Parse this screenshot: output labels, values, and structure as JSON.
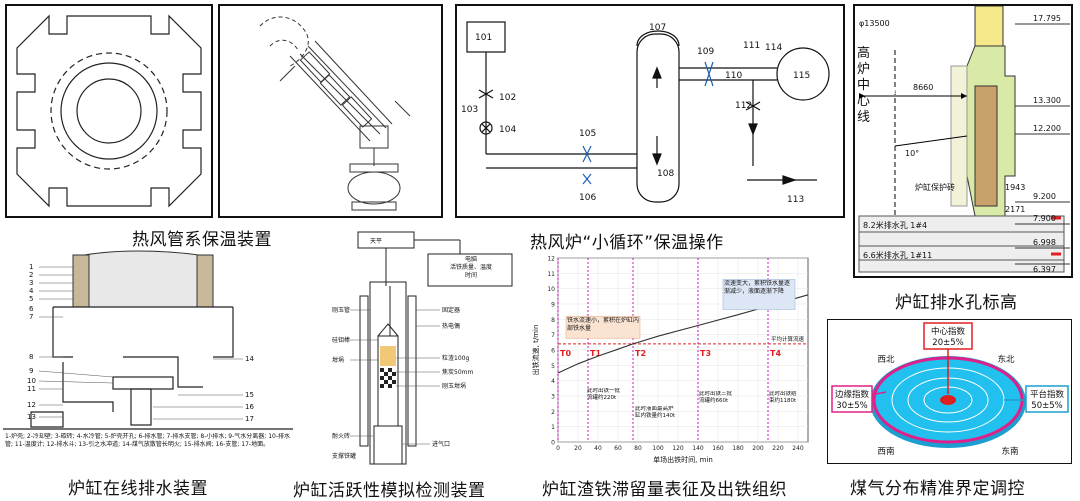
{
  "captions": {
    "hot_air_pipe": "热风管系保温装置",
    "small_cycle": "热风炉“小循环”保温操作",
    "drain_hole": "炉缸排水孔标高",
    "online_drain": "炉缸在线排水装置",
    "activity_test": "炉缸活跃性模拟检测装置",
    "slag_iron": "炉缸渣铁滞留量表征及出铁组织",
    "gas_distribution": "煤气分布精准界定调控"
  },
  "small_cycle_labels": {
    "n101": "101",
    "n102": "102",
    "n103": "103",
    "n104": "104",
    "n105": "105",
    "n106": "106",
    "n107": "107",
    "n108": "108",
    "n109": "109",
    "n110": "110",
    "n111": "111",
    "n112": "112",
    "n113": "113",
    "n114": "114",
    "n115": "115"
  },
  "drain_labels": {
    "phi": "φ13500",
    "center_line": "高炉中心线",
    "dim_8660": "8660",
    "deg_10": "10°",
    "protect": "炉缸保护砖",
    "e_17795": "17.795",
    "e_13300": "13.300",
    "e_12200": "12.200",
    "e_9200": "9.200",
    "e_7900": "7.900",
    "e_6998": "6.998",
    "e_6397": "6.397",
    "d_1943": "1943",
    "d_2171": "2171",
    "row1": "8.2米排水孔 1#4",
    "row2": "6.6米排水孔 1#11"
  },
  "online_drain_labels": {
    "legend": "1-炉壳; 2-冷却壁; 3-碳砖; 4-水冷管; 5-炉壳开孔; 6-排水管; 7-排水支管; 8-小排水; 9-气水分离器; 10-排水管; 11-温度计; 12-排水斗; 13-引之水冲道; 14-煤气放散管长明火; 15-排水阀; 16-支管; 17-地面。",
    "n1": "1",
    "n2": "2",
    "n3": "3",
    "n4": "4",
    "n5": "5",
    "n6": "6",
    "n7": "7",
    "n8": "8",
    "n9": "9",
    "n10": "10",
    "n11": "11",
    "n12": "12",
    "n13": "13",
    "n14": "14",
    "n15": "15",
    "n16": "16",
    "n17": "17"
  },
  "activity_labels": {
    "balance": "天平",
    "computer": "电脑\n活铁质量、温度\n时间",
    "corundum": "刚玉管",
    "fixer": "固定器",
    "thermocouple": "热电偶",
    "sic_rod": "硅钼棒",
    "crucible": "坩埚",
    "coke_granules": "粒渣100g",
    "coke": "焦炭50mm",
    "graphite": "刚玉坩埚",
    "resistant": "耐火砖",
    "support": "支撑铁罐",
    "gas_inlet": "进气口"
  },
  "chart_data": {
    "type": "line",
    "xlabel": "单场出铁时间, min",
    "ylabel": "出铁流速, t/min",
    "xlim": [
      0,
      250
    ],
    "ylim": [
      0,
      12
    ],
    "x_ticks": [
      0,
      20,
      40,
      60,
      80,
      100,
      120,
      140,
      160,
      180,
      200,
      220,
      240
    ],
    "y_ticks": [
      0,
      1,
      2,
      3,
      4,
      5,
      6,
      7,
      8,
      9,
      10,
      11,
      12
    ],
    "series": [
      {
        "values": [
          [
            0,
            4.5
          ],
          [
            20,
            5.1
          ],
          [
            40,
            5.6
          ],
          [
            60,
            6.05
          ],
          [
            75,
            6.4
          ],
          [
            100,
            6.9
          ],
          [
            140,
            7.6
          ],
          [
            180,
            8.3
          ],
          [
            210,
            8.85
          ],
          [
            250,
            9.6
          ]
        ]
      }
    ],
    "reference_line": {
      "label": "平均计算流速",
      "y": 6.4
    },
    "markers": [
      {
        "label": "T0",
        "x": 0
      },
      {
        "label": "T1",
        "x": 30
      },
      {
        "label": "T2",
        "x": 75
      },
      {
        "label": "T3",
        "x": 140
      },
      {
        "label": "T4",
        "x": 210
      }
    ],
    "annotations": [
      {
        "text": "铁水流速小，累积在炉缸内部铁水量"
      },
      {
        "text": "流速变大，累积铁水量逐渐减少，液面逐渐下降"
      },
      {
        "text": "此时出铁一批流罐约220t"
      },
      {
        "text": "此时液面最高炉缸内铁量约140t"
      },
      {
        "text": "此时出铁三批流罐约660t"
      },
      {
        "text": "此时出铁结束约1180t"
      }
    ]
  },
  "gas_labels": {
    "center": "中心指数",
    "center_val": "20±5%",
    "edge": "边缘指数",
    "edge_val": "30±5%",
    "platform": "平台指数",
    "platform_val": "50±5%",
    "nw": "西北",
    "ne": "东北",
    "sw": "西南",
    "se": "东南"
  },
  "colors": {
    "chart_line": "#333333",
    "marker_line": "#c000c0",
    "ref_line": "#e02020",
    "gas_disk": "#18b8e8",
    "gas_ring": "#e0208a",
    "gas_center": "#e02020",
    "coal_green": "#6aa84f"
  }
}
